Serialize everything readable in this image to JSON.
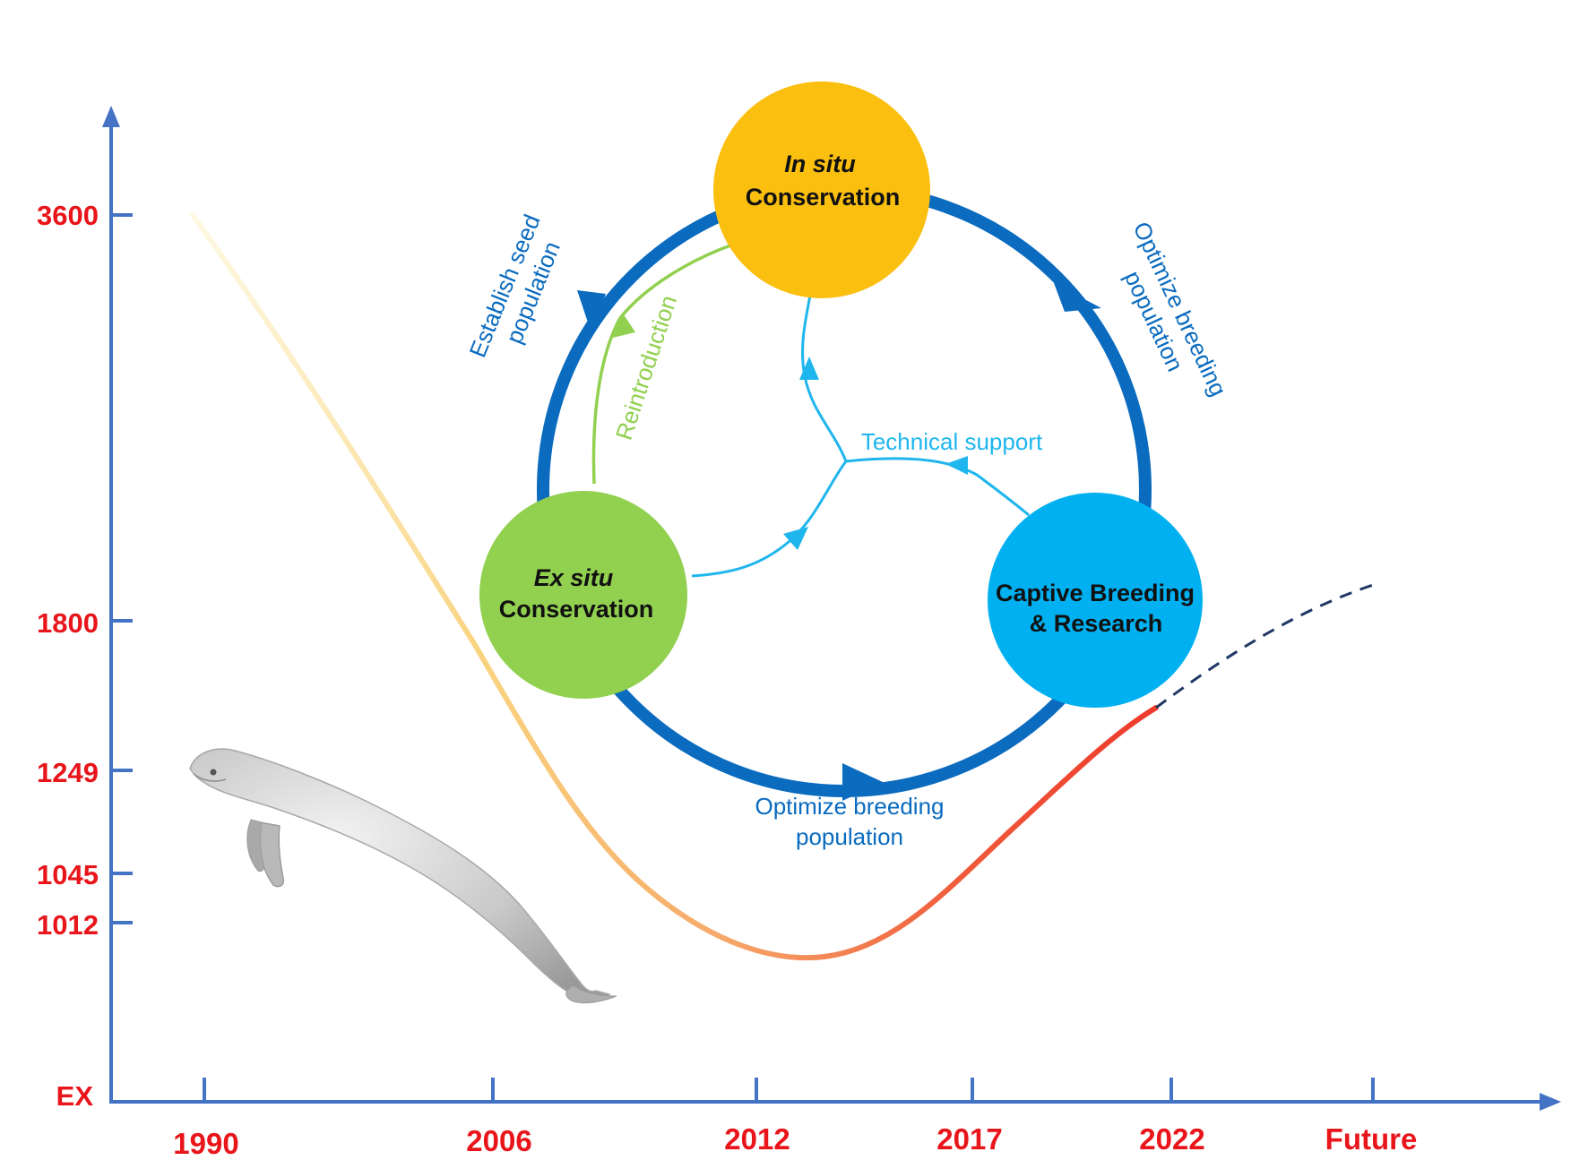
{
  "colors": {
    "axis": "#4472C4",
    "tick_label": "#E8151B",
    "cycle_arrow": "#0A6BBF",
    "in_situ": "#FBBF0F",
    "ex_situ": "#92D050",
    "captive": "#00B0F0",
    "reintroduction": "#92D050",
    "technical_support": "#1FB6EE",
    "trend_start": "#FDEBA8",
    "trend_mid": "#F6B36A",
    "trend_end": "#EF3E2E",
    "projection": "#1F3864"
  },
  "y_axis": {
    "ticks": [
      "3600",
      "1800",
      "1249",
      "1045",
      "1012",
      "EX"
    ]
  },
  "x_axis": {
    "ticks": [
      "1990",
      "2006",
      "2012",
      "2017",
      "2022",
      "Future"
    ]
  },
  "nodes": {
    "in_situ": {
      "line1": "In situ",
      "line2": "Conservation"
    },
    "ex_situ": {
      "line1": "Ex situ",
      "line2": "Conservation"
    },
    "captive": {
      "line1": "Captive Breeding",
      "line2": "& Research"
    }
  },
  "flows": {
    "establish_seed": {
      "line1": "Establish seed",
      "line2": "population"
    },
    "optimize_right": {
      "line1": "Optimize breeding",
      "line2": "population"
    },
    "optimize_bottom": {
      "line1": "Optimize breeding",
      "line2": "population"
    },
    "reintroduction": "Reintroduction",
    "technical_support": "Technical support"
  },
  "illustration": {
    "animal": "finless-porpoise-illustration"
  }
}
